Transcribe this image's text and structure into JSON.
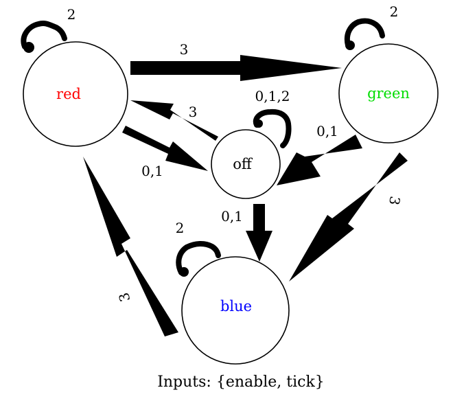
{
  "states": {
    "red": {
      "label": "red",
      "color": "#ff0000"
    },
    "green": {
      "label": "green",
      "color": "#00dd00"
    },
    "off": {
      "label": "off",
      "color": "#000000"
    },
    "blue": {
      "label": "blue",
      "color": "#0000ff"
    }
  },
  "transitions": {
    "red_to_green": "3",
    "off_to_red": "3",
    "red_to_off": "0,1",
    "green_to_off": "0,1",
    "green_to_blue": "3",
    "off_to_blue": "0,1",
    "blue_to_red": "3",
    "red_self": "2",
    "green_self": "2",
    "off_self": "0,1,2",
    "blue_self": "2"
  },
  "caption": "Inputs: {enable, tick}"
}
